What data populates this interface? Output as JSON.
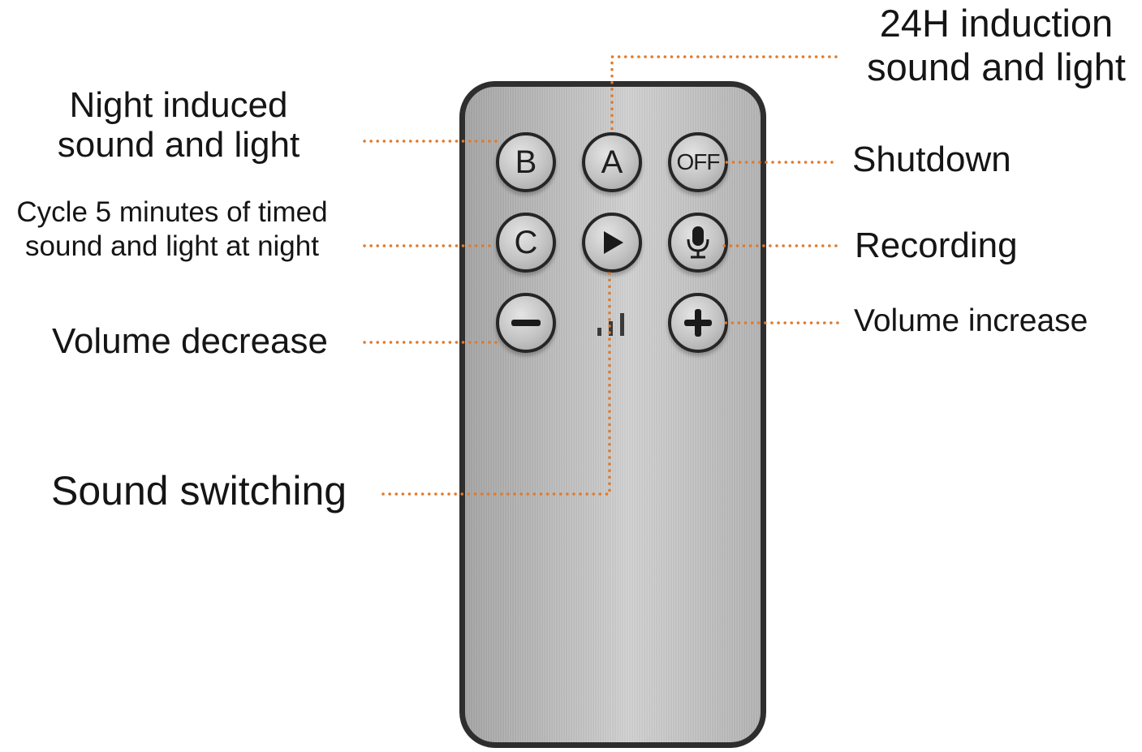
{
  "buttons": {
    "b": "B",
    "a": "A",
    "off": "OFF",
    "c": "C"
  },
  "icons": {
    "play": "play-icon",
    "microphone": "microphone-icon",
    "minus": "minus-icon",
    "plus": "plus-icon",
    "signal": "signal-bars-icon"
  },
  "labels": {
    "night_induced": [
      "Night induced",
      "sound and light"
    ],
    "induction_24h": [
      "24H induction",
      "sound and light"
    ],
    "shutdown": "Shutdown",
    "cycle_timed": [
      "Cycle 5 minutes of timed",
      "sound and light at night"
    ],
    "recording": "Recording",
    "volume_decrease": "Volume decrease",
    "volume_increase": "Volume increase",
    "sound_switching": "Sound switching"
  },
  "colors": {
    "leader": "#e07a2c",
    "remote_border": "#2e2e2e",
    "button_border": "#262626"
  }
}
